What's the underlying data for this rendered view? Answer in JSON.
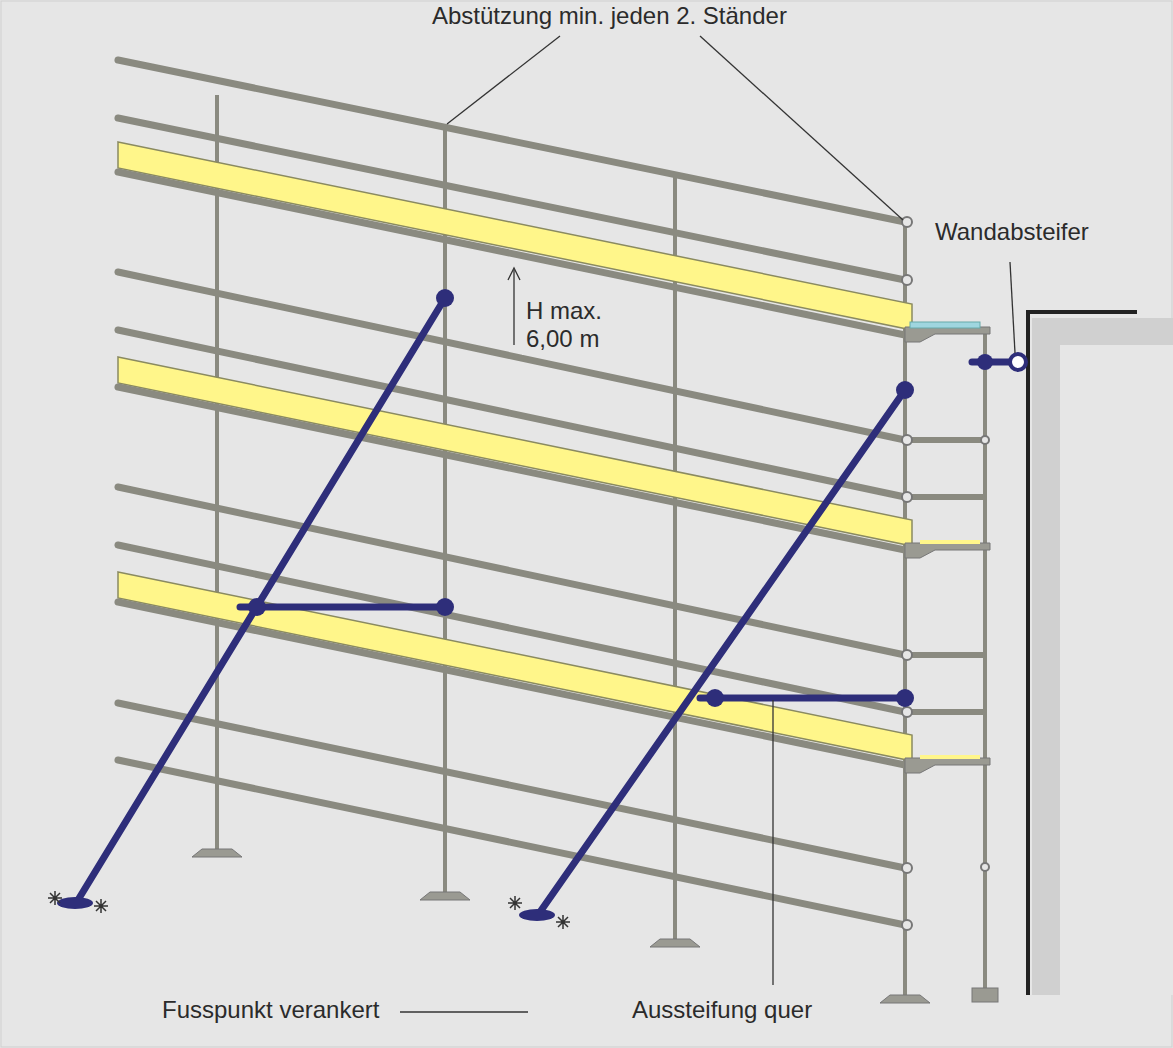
{
  "diagram": {
    "labels": [
      "Abstützung min. jeden 2. Ständer",
      "Wandabsteifer",
      "H max. 6,00 m",
      "Fusspunkt verankert",
      "Aussteifung quer"
    ]
  }
}
